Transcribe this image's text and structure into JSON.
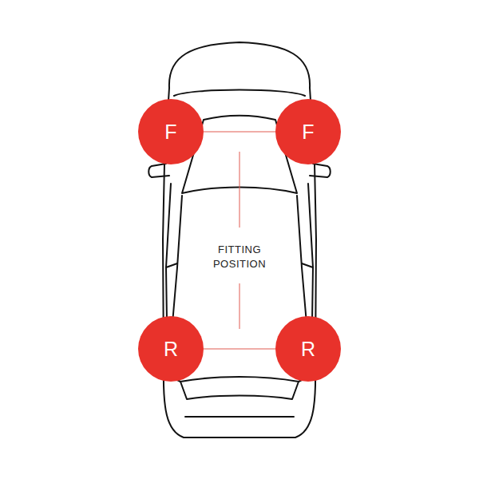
{
  "diagram": {
    "nodes": [
      {
        "text": [
          "F"
        ]
      },
      {
        "text": [
          "F"
        ]
      },
      {
        "text": [
          "R"
        ]
      },
      {
        "text": [
          "R"
        ]
      }
    ],
    "edges": [
      {
        "from": 0,
        "to": 1,
        "arrow": "none"
      },
      {
        "from": 2,
        "to": 3,
        "arrow": "none"
      }
    ],
    "labels": [
      "FITTING POSITION"
    ]
  }
}
